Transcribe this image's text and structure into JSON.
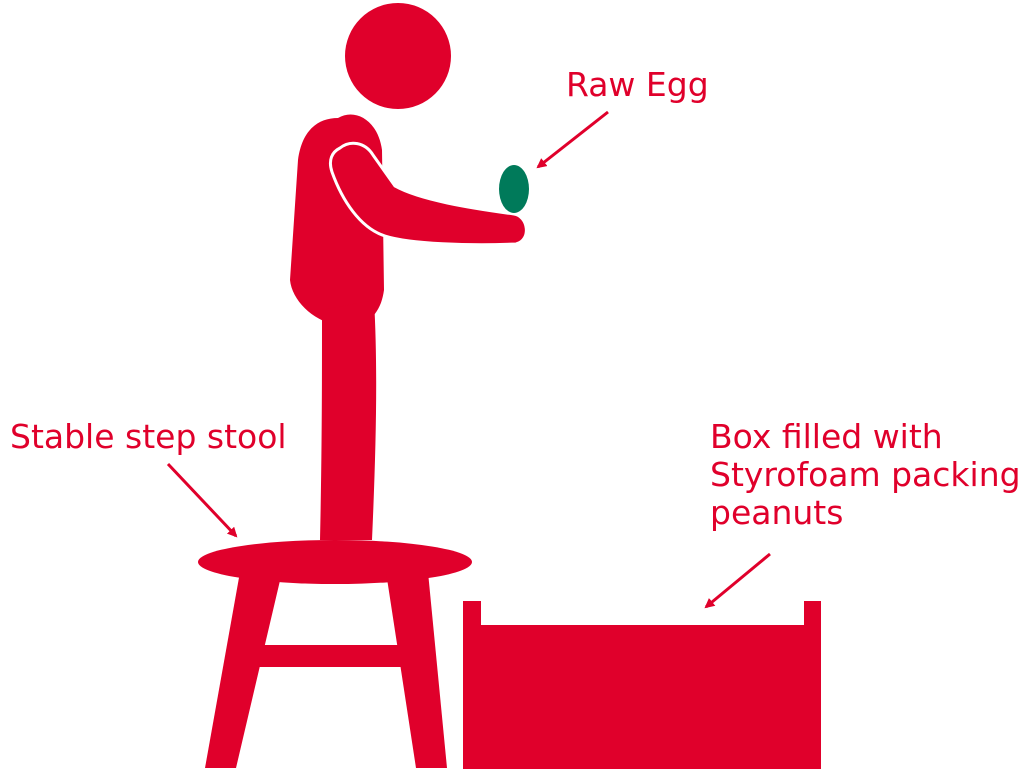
{
  "colors": {
    "primary": "#e0002b",
    "egg": "#007a5a",
    "background": "#ffffff"
  },
  "labels": {
    "raw_egg": "Raw Egg",
    "step_stool": "Stable step stool",
    "box_line1": "Box filled with",
    "box_line2": "Styrofoam packing",
    "box_line3": "peanuts"
  }
}
